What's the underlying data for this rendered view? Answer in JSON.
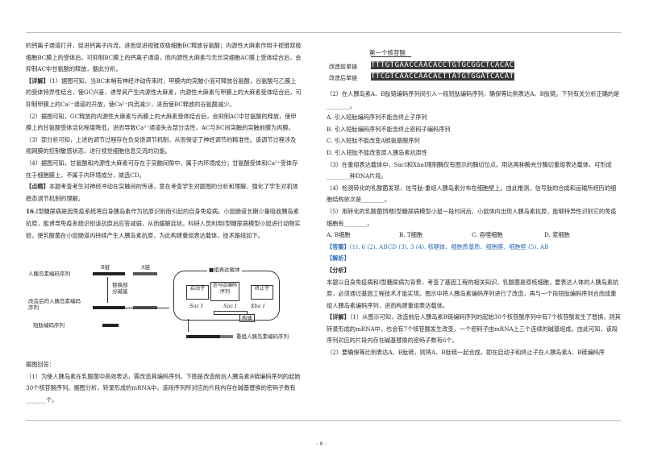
{
  "left": {
    "p1": "的钙离子通道打开，促进钙离子内流，进而促进视锥双极细胞BC释放谷氨酸；内源性大麻素作用于视锥双极细胞BC膜上的受体后，可抑制BC膜上的钙离子通道，而内源性大麻素与无长突细胞AC膜上受体结合后，会抑制AC中甘氨酸的释放，据此分析。",
    "p2_tag": "【详解】",
    "p2": "（1）据图可知，当BC末梢有神经冲动传来时，甲膜内的突触小泡可释放谷氨酸，谷氨酸与乙膜上的受体特异性结合，使GC兴奋，诱导其产生内源性大麻素，内源性大麻素与甲膜上的大麻素受体结合后，可抑制甲膜上的Ca²⁺通道的开放，使Ca²⁺内流减少，进而使BC释放的谷氨酸减少。",
    "p3": "（2）据图可知，GC释放的内源性大麻素与丙膜上的大麻素受体结合后，会抑制AC中甘氨酸的释放，使甲膜上的甘氨酸受体活化程度降低，进而导致Ca²⁺通道失去部分活性，AC与BC间突触的突触前膜为丙膜。",
    "p4": "（3）部分析可知，上述的调节过程存在负反馈调节机制，从而保证了神经调节的精准性。该调节过程涉及视网膜的控制敏感状态，进行视觉细胞信息交流的功能。",
    "p5": "（4）据图可知，甘氨酸和内源性大麻素可存在于突触间隙中，属于内环境成分；甘氨酸受体和Ca²⁺受体存在于细胞膜上，不属于内环境成分，故选CD。",
    "p6_tag": "【点睛】",
    "p6": "本题考查考生对神经冲动在突触间的传递，意在考查学生对题图的分析和理解，强化了学生对机体稳态调节机制的理解。",
    "q16_num": "16.",
    "q16": "Ⅰ型糖尿病是因免疫系统将自身胰岛素作为抗原识别而引起的自身免疫病。小鼠肠道长期少量吸收胰岛素抗原，能诱导免疫系统识别该抗原后应答减弱，从而缓解症状。科研人员利用Ⅰ型糖尿病模型小鼠进行动物实验，使乳酸菌在小鼠肠道内持续产生人胰岛素抗原，为此构建重组表达载体，技术路线如下。",
    "diagram": {
      "label_ab": "人胰岛素编码序列",
      "b_chain": "B链",
      "a_chain": "A链",
      "label_modified": "改造后的人胰岛素编码序列",
      "arrow_label": "替换部分碱基",
      "short_peptide": "短肽编码序列",
      "vector_label": "■组表达载体",
      "promoter": "启动子",
      "signal": "信号肽编码序列",
      "terminator": "终止子",
      "sac1": "Sac Ⅰ",
      "xba1": "Xba Ⅰ",
      "fusion": "构建",
      "recombinant": "重组人胰岛素编码序列"
    },
    "after_diagram": "据图回答：",
    "q1": "（1）为使人胰岛素在乳酸菌中高效表达，需改造其编码序列。下图是改造前后人胰岛素B链编码序列的起始30个核苷酸序列。据图分析，转录形成的mRNA中，该段序列所对应的片段内存在碱基替换的密码子数有",
    "q1_blank": "_______个。"
  },
  "right": {
    "seq_title": "第一个核苷酸",
    "seq_before_label": "改造前单链",
    "seq_after_label": "改造后单链",
    "seq_before": "TTTGTGAACCAACACCTGTGCGGCTCACAC",
    "seq_after": "TTCGTCAACCAACACTTATGTGGATCACAT",
    "q2": "（2）在人胰岛素A、B肽链编码序列间引入一段短肽编码序列，确保等比例表达A、B肽链。下列有关分析正确的是________。",
    "optA": "A. 引入短肽编码序列不能含终止子序列",
    "optB": "B. 引入短肽编码序列不能含终止密码子编码序列",
    "optC": "C. 引入短肽不能改变A链氨基酸序列",
    "optD": "D. 引入短肽不能改变原人胰岛素抗原性",
    "q3": "（3）在重组表达载体中，SacⅠ和XbaⅠ限制酶仅有图示的酶切位点。用这两种酶充分酶切重组表达载体，可形成________种DNA片段。",
    "q4": "（4）检测转化的乳酸菌发现，信号肽-重组人胰岛素分布在细胞壁上。由此推测，信号肽的合成和运输所经历的细胞结构依次是________。",
    "q5": "（5）用转化的乳酸菌饲喂Ⅰ型糖尿病模型小鼠一段时间后，小鼠体内出现人胰岛素抗原，能够特异性识别它的免疫细胞有________。",
    "q5_opts": [
      "A. B细胞",
      "B. T细胞",
      "C. 吞噬细胞",
      "D. 浆细胞"
    ],
    "answer_tag": "【答案】",
    "answer": "(1). 6    (2). ABCD    (3). 3    (4). 核糖体、细胞质基质、细胞膜、细胞壁    (5). AB",
    "jiexi_tag": "【解析】",
    "fenxi_tag": "【分析】",
    "fenxi": "本题以自身免疫病和Ⅰ型糖尿病为背景，考查了基因工程的相关知识，乳酸菌是原核细胞，要表达人体的人胰岛素抗原，必须通过基因工程技术才能实现。图示中将人胰岛素编码序列进行了改造，再与一个段短肽编码序列合而成重组人胰岛素编码序列，进而构建重组表达载体。",
    "xiangjie_tag": "【详解】",
    "xiangjie": "（1）从图示可知，改造前后人胰岛素B链编码序列的起始30个核苷酸序列中有7个核苷酸发生了替换，则其转录形成的mRNA中，也会有7个核苷酸发生改变，一个密码子由mRNA上三个连续的碱基组成，由此可知，该段序列对应的片段内存在碱基替换的密码子数有6个。",
    "q2_ans": "（2）要确保等比例表达A、B肽链，则将A、B肽链一起合成，即在启动子和终止子在人胰岛素A、B链编码序"
  },
  "page_number": "- 8 -"
}
